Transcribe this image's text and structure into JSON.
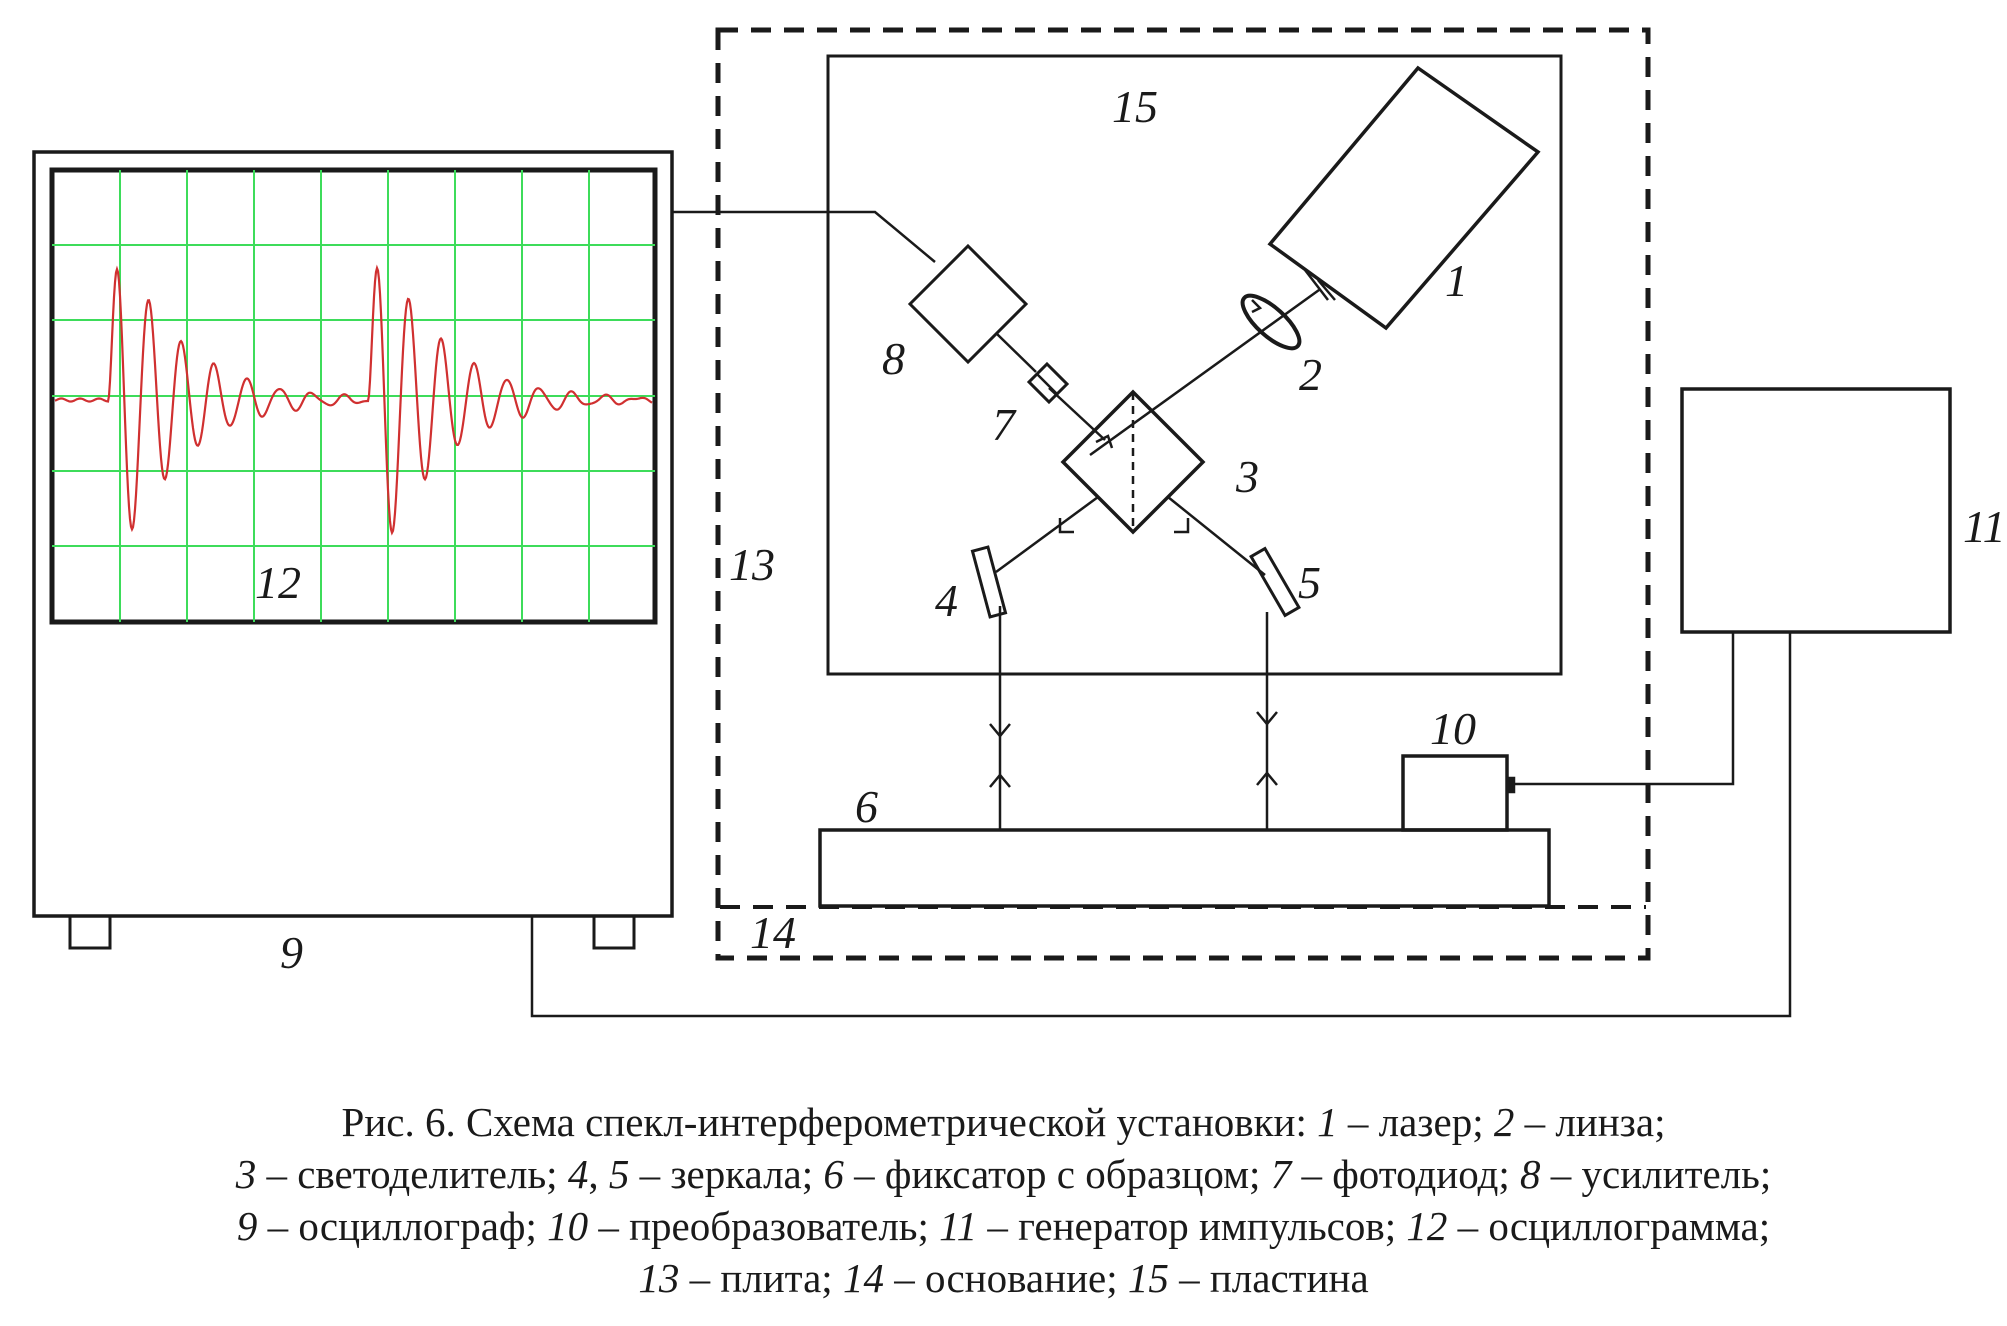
{
  "labels": {
    "l1": "1",
    "l2": "2",
    "l3": "3",
    "l4": "4",
    "l5": "5",
    "l6": "6",
    "l7": "7",
    "l8": "8",
    "l9": "9",
    "l10": "10",
    "l11": "11",
    "l12": "12",
    "l13": "13",
    "l14": "14",
    "l15": "15"
  },
  "caption": {
    "line1": {
      "prefix": "Рис. 6. Схема спекл-интерферометрической установки: ",
      "n1": "1",
      "t1": " – лазер; ",
      "n2": "2",
      "t2": " – линза;"
    },
    "line2": {
      "n3": "3",
      "t3": " – светоделитель; ",
      "n4": "4",
      "sep": ", ",
      "n5": "5",
      "t5": " – зеркала; ",
      "n6": "6",
      "t6": " – фиксатор с образцом; ",
      "n7": "7",
      "t7": " – фотодиод; ",
      "n8": "8",
      "t8": " – усилитель;"
    },
    "line3": {
      "n9": "9",
      "t9": " – осциллограф; ",
      "n10": "10",
      "t10": " – преобразователь; ",
      "n11": "11",
      "t11": " – генератор импульсов; ",
      "n12": "12",
      "t12": " – осциллограмма;"
    },
    "line4": {
      "n13": "13",
      "t13": " – плита; ",
      "n14": "14",
      "t14": " – основание; ",
      "n15": "15",
      "t15": " – пластина"
    }
  },
  "colors": {
    "line": "#1a1a1a",
    "grid": "#3ddc5a",
    "trace": "#d03030"
  }
}
